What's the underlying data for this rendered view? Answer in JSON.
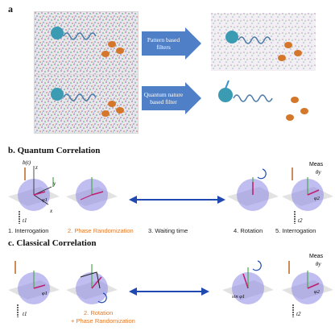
{
  "panel_a": {
    "letter": "a",
    "filters": [
      {
        "label": "Pattern based filters"
      },
      {
        "label": "Quantum nature based filter"
      }
    ]
  },
  "panel_b": {
    "letter": "b.",
    "title": "Quantum Correlation",
    "steps": {
      "s1": "1. Interrogation",
      "s2": "2. Phase Randomization",
      "s3": "3. Waiting time",
      "s4": "4. Rotation",
      "s5": "5. Interrogation"
    },
    "labels": {
      "field": "b(t)",
      "z": "z",
      "y": "y",
      "x": "x",
      "phi1": "φ1",
      "t1": "t1",
      "t2": "t2",
      "phi2": "φ2",
      "meas": "Meas",
      "thetay": "θy"
    }
  },
  "panel_c": {
    "letter": "c.",
    "title": "Classical Correlation",
    "steps": {
      "s2a": "2. Rotation",
      "s2b": "+ Phase Randomization"
    },
    "labels": {
      "phi1": "φ1",
      "t1": "t1",
      "t2": "t2",
      "phi2": "φ2",
      "sinphi1": "sin φ1",
      "meas": "Meas",
      "thetay": "θy"
    }
  },
  "colors": {
    "filter_arrow": "#4f7fc7",
    "sphere": "#8c86e6",
    "orange_text": "#e07a2a",
    "double_arrow": "#1f49b0"
  }
}
